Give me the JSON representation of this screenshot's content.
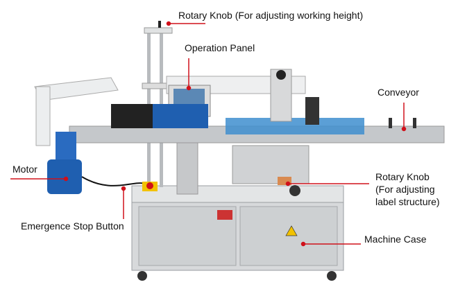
{
  "labels": {
    "rotary_knob_height": "Rotary Knob (For adjusting working height)",
    "operation_panel": "Operation Panel",
    "conveyor": "Conveyor",
    "motor": "Motor",
    "rotary_knob_label_line1": "Rotary Knob",
    "rotary_knob_label_line2": "(For adjusting",
    "rotary_knob_label_line3": "label structure)",
    "emergency_stop": "Emergence Stop Button",
    "machine_case": "Machine Case"
  },
  "colors": {
    "leader": "#d0101a",
    "steel": "#c9cbcd",
    "blue": "#1f5fb0"
  }
}
